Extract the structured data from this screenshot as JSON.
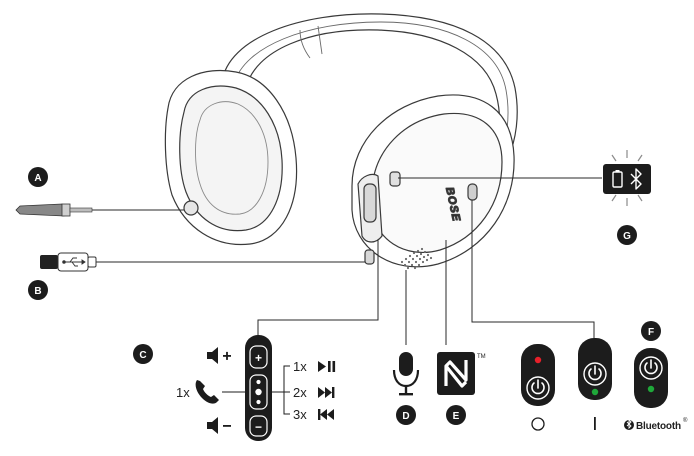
{
  "callouts": {
    "a": "A",
    "b": "B",
    "c": "C",
    "d": "D",
    "e": "E",
    "f": "F",
    "g": "G"
  },
  "brand": "BOSE",
  "controls": {
    "multi_press": "1x",
    "play_pause_press": "1x",
    "next_press": "2x",
    "prev_press": "3x",
    "plus_symbol": "+",
    "minus_symbol": "−"
  },
  "nfc": {
    "trademark": "TM"
  },
  "power": {
    "off_symbol": "O",
    "on_symbol": "I",
    "off_led_color": "#e8202a",
    "on_led_color": "#1fa83a"
  },
  "bluetooth": {
    "word": "Bluetooth",
    "mark": "®"
  },
  "icons": [
    "usb-icon",
    "phone-icon",
    "volume-up-icon",
    "volume-down-icon",
    "play-pause-icon",
    "next-track-icon",
    "previous-track-icon",
    "microphone-icon",
    "nfc-icon",
    "power-icon",
    "battery-icon",
    "bluetooth-icon"
  ]
}
